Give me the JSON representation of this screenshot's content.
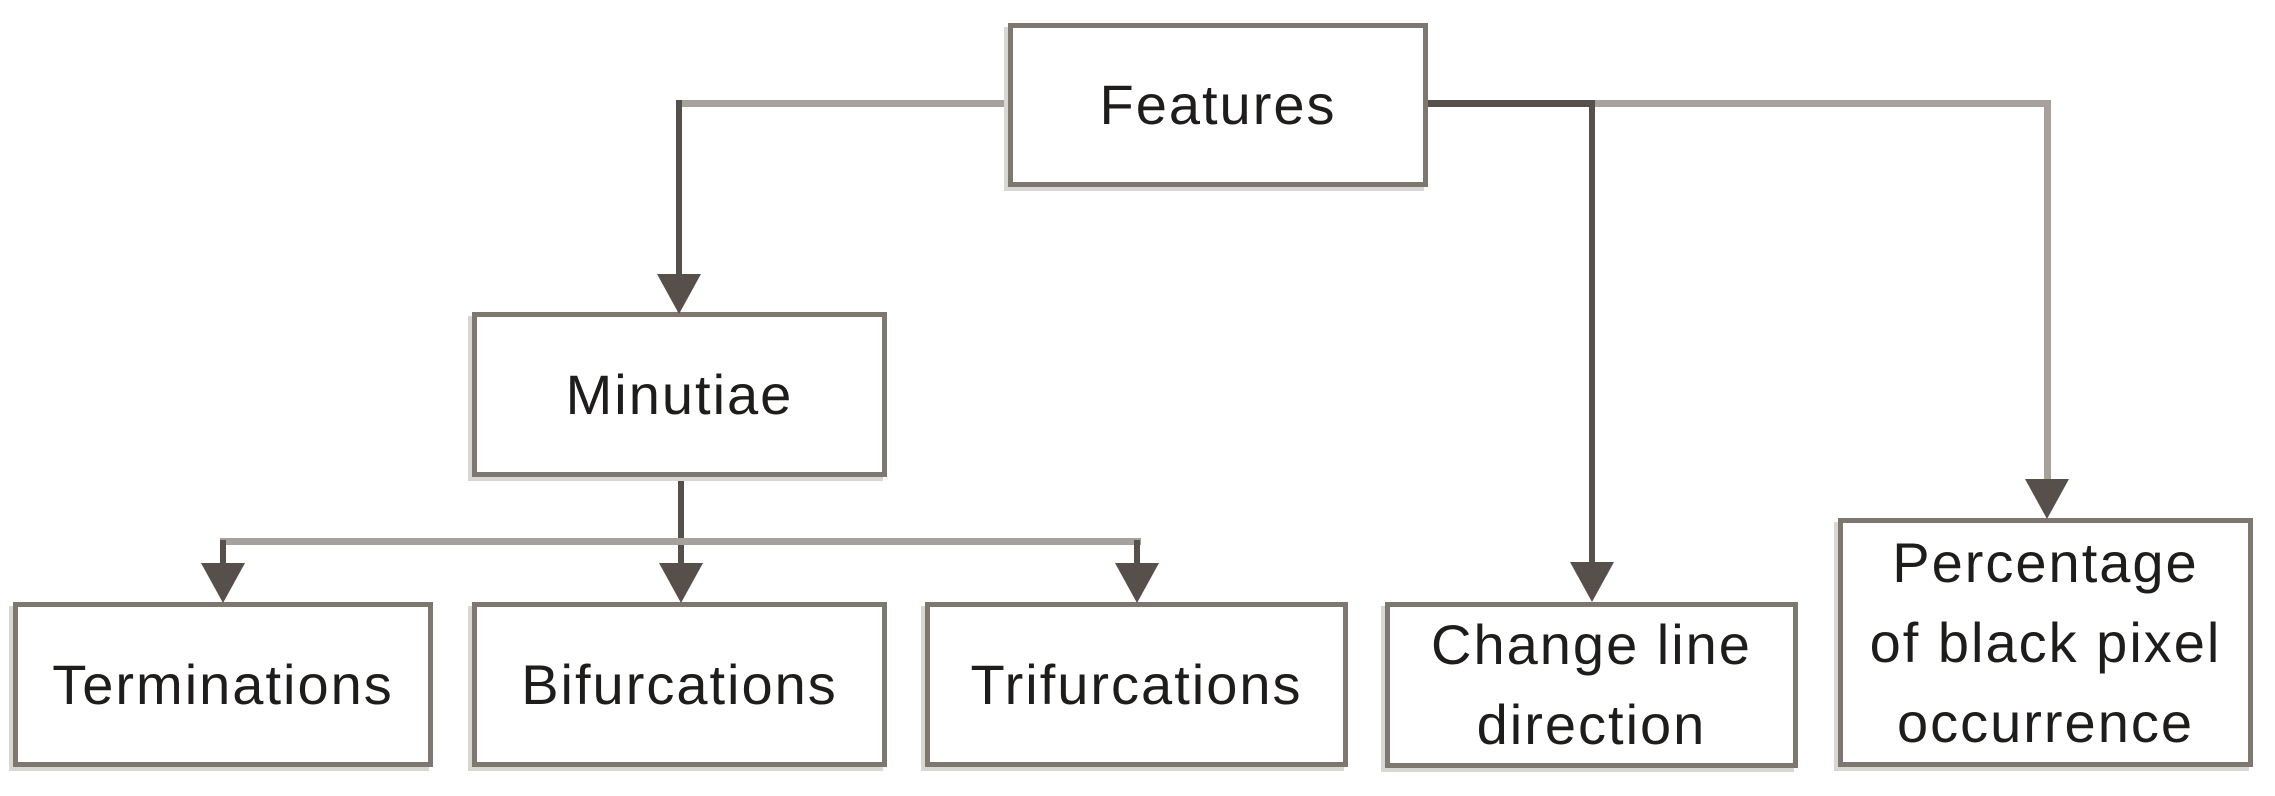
{
  "diagram": {
    "type": "hierarchy",
    "nodes": {
      "features": {
        "label": "Features"
      },
      "minutiae": {
        "label": "Minutiae"
      },
      "terminations": {
        "label": "Terminations"
      },
      "bifurcations": {
        "label": "Bifurcations"
      },
      "trifurcations": {
        "label": "Trifurcations"
      },
      "change_line_direction": {
        "label": "Change line direction",
        "lines": [
          "Change line",
          "direction"
        ]
      },
      "percentage_black_pixel": {
        "label": "Percentage of black pixel occurrence",
        "lines": [
          "Percentage",
          "of black pixel",
          "occurrence"
        ]
      }
    },
    "edges": [
      {
        "from": "Features",
        "to": "Minutiae"
      },
      {
        "from": "Features",
        "to": "Change line direction"
      },
      {
        "from": "Features",
        "to": "Percentage of black pixel occurrence"
      },
      {
        "from": "Minutiae",
        "to": "Terminations"
      },
      {
        "from": "Minutiae",
        "to": "Bifurcations"
      },
      {
        "from": "Minutiae",
        "to": "Trifurcations"
      }
    ],
    "colors": {
      "background": "#ffffff",
      "box_fill": "#ffffff",
      "box_border": "#7d7770",
      "box_shadow": "#d9d7d4",
      "connector_dark": "#57504a",
      "connector_light": "#a7a19b",
      "text": "#1f1d1b"
    }
  }
}
